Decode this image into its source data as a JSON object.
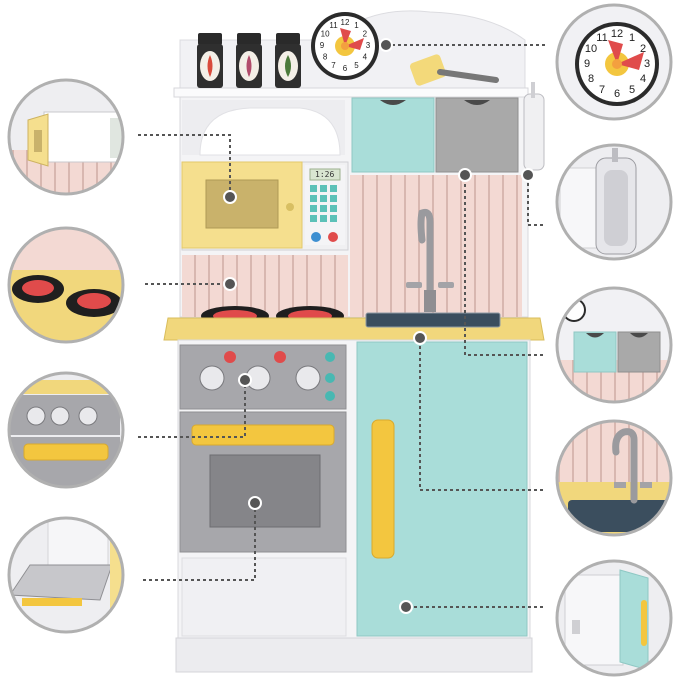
{
  "image": {
    "subject": "wooden play kitchen with detail callout circles",
    "microwave_display": "1:26",
    "colors": {
      "cabinet_white": "#f4f4f6",
      "mint": "#a9ddd9",
      "grey": "#a9a9a9",
      "pastel_yellow": "#f5df8e",
      "pink_panel": "#f3d9d3",
      "countertop": "#f1d77c",
      "handle_yellow": "#f3c63f",
      "burner_red": "#e04b4b",
      "callout_border": "#b0b0b0",
      "dotted_line": "#555555"
    },
    "clock_numbers": [
      "12",
      "1",
      "2",
      "3",
      "4",
      "5",
      "6",
      "7",
      "8",
      "9",
      "10",
      "11"
    ],
    "callouts": [
      {
        "name": "microwave-detail",
        "side": "left"
      },
      {
        "name": "stovetop-burners-detail",
        "side": "left"
      },
      {
        "name": "oven-knobs-detail",
        "side": "left"
      },
      {
        "name": "oven-door-open-detail",
        "side": "left"
      },
      {
        "name": "clock-detail",
        "side": "right"
      },
      {
        "name": "phone-detail",
        "side": "right"
      },
      {
        "name": "drawers-detail",
        "side": "right"
      },
      {
        "name": "sink-faucet-detail",
        "side": "right"
      },
      {
        "name": "fridge-door-detail",
        "side": "right"
      }
    ]
  }
}
